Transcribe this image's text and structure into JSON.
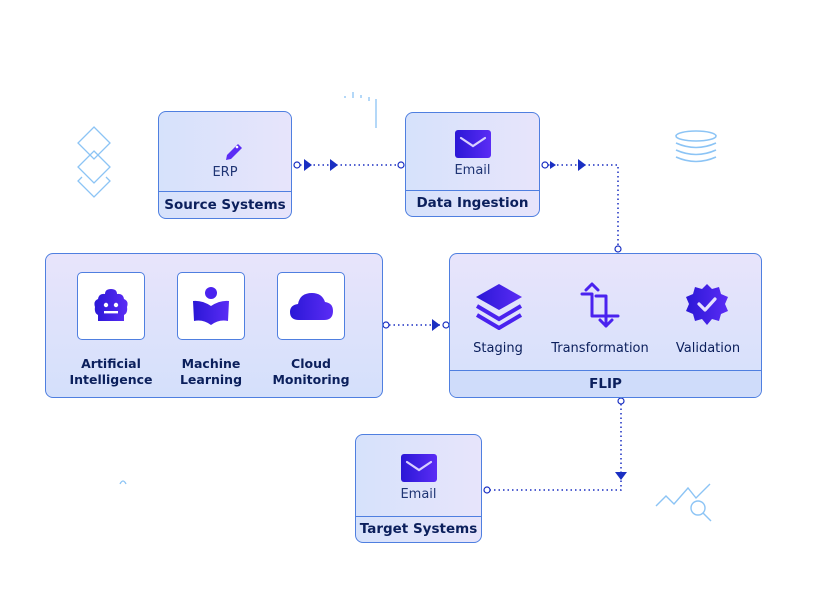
{
  "nodes": {
    "source_systems": {
      "item": "ERP",
      "title": "Source Systems",
      "icon": "document-edit-icon"
    },
    "data_ingestion": {
      "item": "Email",
      "title": "Data Ingestion",
      "icon": "envelope-icon"
    },
    "target_systems": {
      "item": "Email",
      "title": "Target Systems",
      "icon": "envelope-icon"
    },
    "capabilities": {
      "items": [
        {
          "label_line1": "Artificial",
          "label_line2": "Intelligence",
          "icon": "robot-icon"
        },
        {
          "label_line1": "Machine",
          "label_line2": "Learning",
          "icon": "reading-book-icon"
        },
        {
          "label_line1": "Cloud",
          "label_line2": "Monitoring",
          "icon": "cloud-icon"
        }
      ]
    },
    "flip": {
      "title": "FLIP",
      "items": [
        {
          "label": "Staging",
          "icon": "layers-icon"
        },
        {
          "label": "Transformation",
          "icon": "transform-arrows-icon"
        },
        {
          "label": "Validation",
          "icon": "verified-badge-icon"
        }
      ]
    }
  },
  "colors": {
    "border": "#4f7fe0",
    "text": "#0b1f5c",
    "connector": "#1a2fc2",
    "icon_gradient_start": "#2a17d6",
    "icon_gradient_end": "#5b2cf5",
    "decoration": "#8cc4f5"
  }
}
